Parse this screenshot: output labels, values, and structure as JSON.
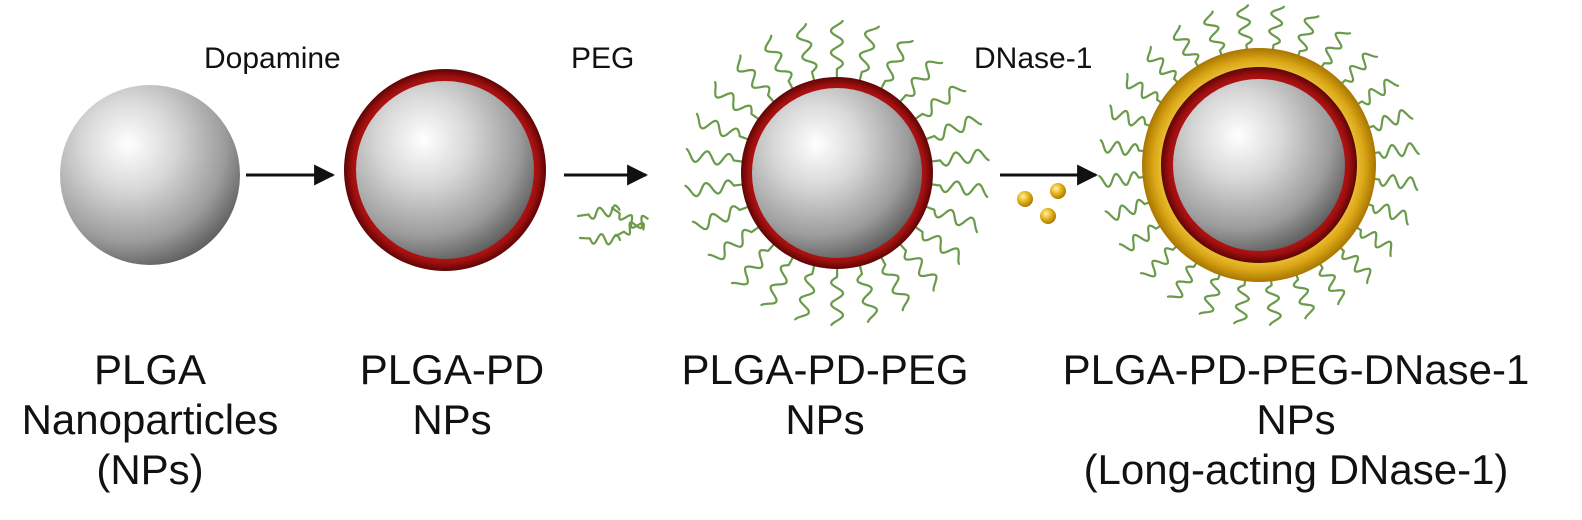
{
  "steps": [
    {
      "reagent": "Dopamine"
    },
    {
      "reagent": "PEG"
    },
    {
      "reagent": "DNase-1"
    }
  ],
  "particles": [
    {
      "lines": [
        "PLGA",
        "Nanoparticles",
        "(NPs)"
      ],
      "shell": "none",
      "peg": false,
      "enzyme_layer": false
    },
    {
      "lines": [
        "PLGA-PD",
        "NPs"
      ],
      "shell": "polydopamine",
      "peg": false,
      "enzyme_layer": false
    },
    {
      "lines": [
        "PLGA-PD-PEG",
        "NPs"
      ],
      "shell": "polydopamine",
      "peg": true,
      "enzyme_layer": false
    },
    {
      "lines": [
        "PLGA-PD-PEG-DNase-1",
        "NPs",
        "(Long-acting DNase-1)"
      ],
      "shell": "polydopamine",
      "peg": true,
      "enzyme_layer": true
    }
  ],
  "colors": {
    "core_light": "#ffffff",
    "core_mid": "#bdbdbd",
    "core_dark": "#5a5a5a",
    "polydopamine": "#b01414",
    "polydopamine_dark": "#5c0505",
    "peg": "#6a9a4a",
    "dnase": "#e4b41c",
    "dnase_dark": "#b07e08",
    "arrow": "#111111"
  }
}
